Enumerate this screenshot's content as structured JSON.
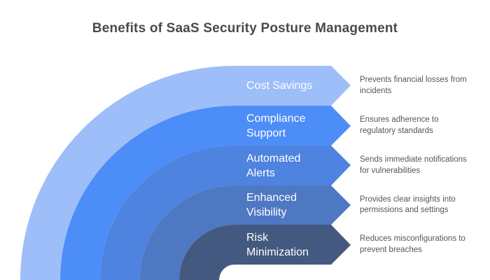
{
  "title": "Benefits of SaaS Security Posture Management",
  "bands": [
    {
      "label": "Cost Savings",
      "description": "Prevents financial losses from\nincidents",
      "color": "#9DBEF9"
    },
    {
      "label": "Compliance\nSupport",
      "description": "Ensures adherence to\nregulatory standards",
      "color": "#4D8DF8"
    },
    {
      "label": "Automated\nAlerts",
      "description": "Sends immediate notifications\nfor vulnerabilities",
      "color": "#4E83DF"
    },
    {
      "label": "Enhanced\nVisibility",
      "description": "Provides clear insights into\npermissions and settings",
      "color": "#4E78C2"
    },
    {
      "label": "Risk\nMinimization",
      "description": "Reduces misconfigurations to\nprevent breaches",
      "color": "#44597F"
    }
  ]
}
